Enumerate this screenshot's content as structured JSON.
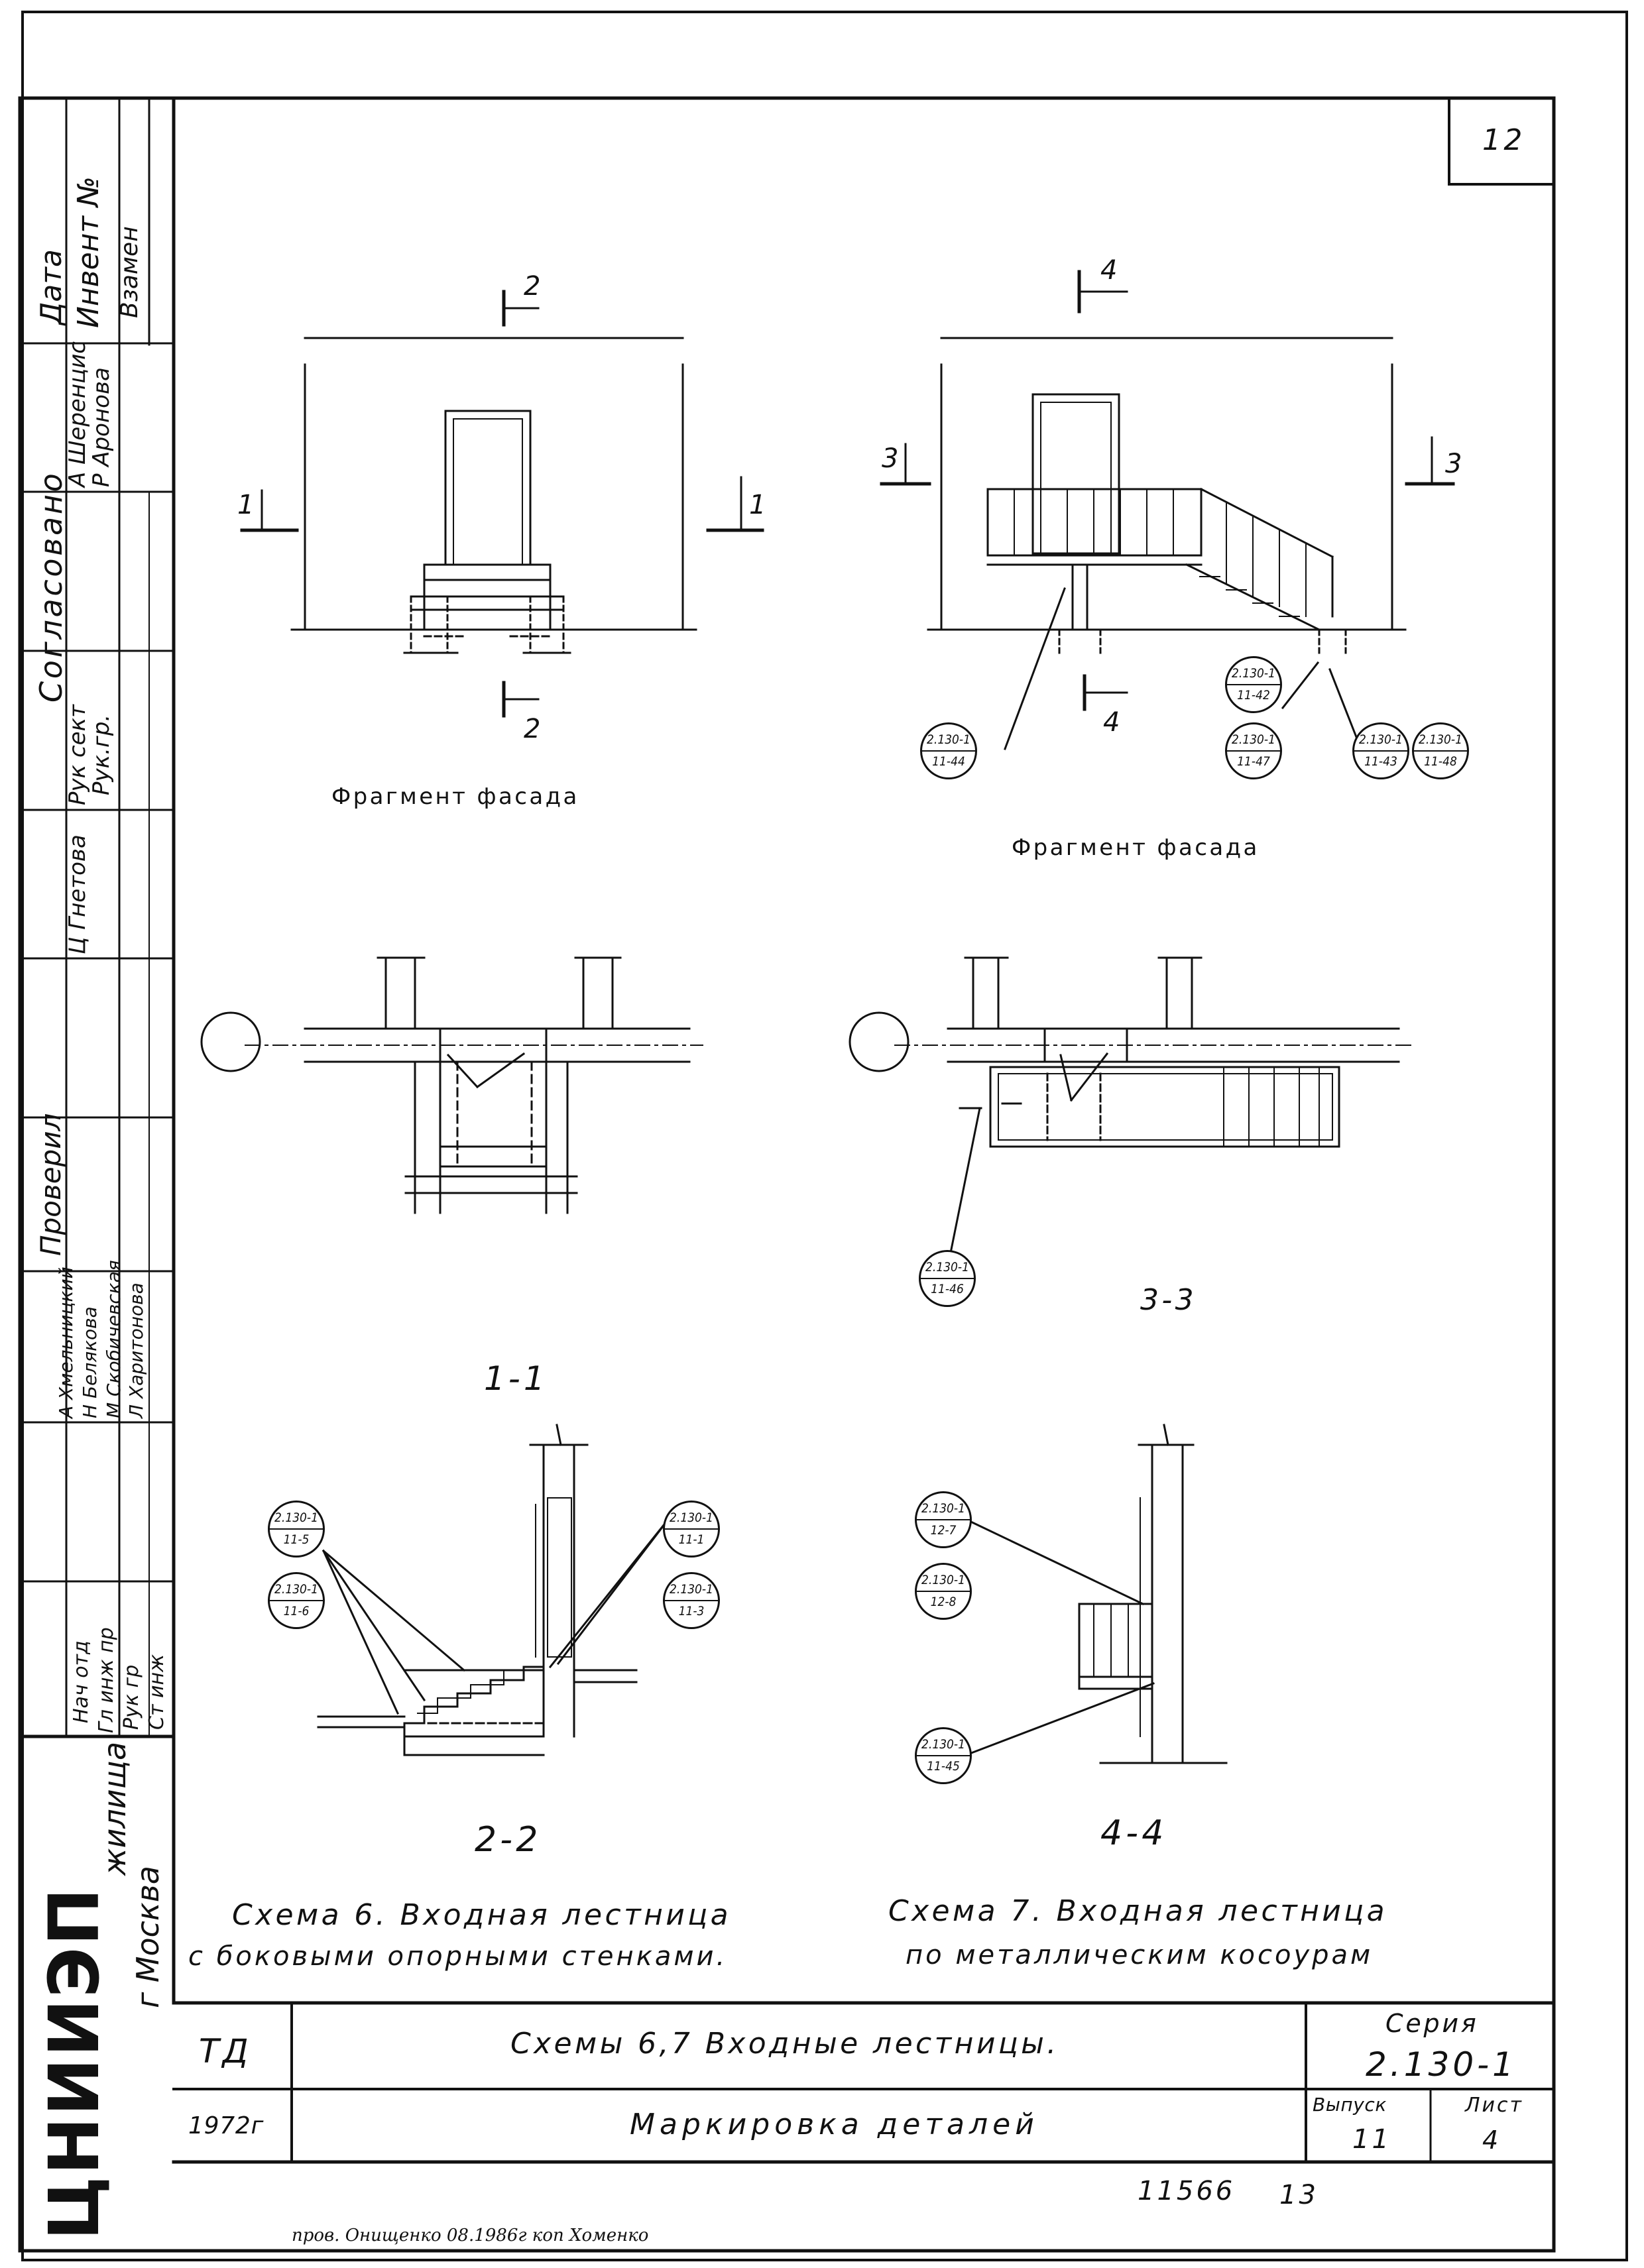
{
  "sheet_number": "12",
  "left_strip": {
    "col1": [
      "Дата",
      "Согласовано",
      "Проверил"
    ],
    "col2": [
      "Инвент №",
      "А Шеренцис",
      "Рук сект",
      "Ц Гнетова",
      "А Хмельницкий",
      "Нач отд",
      "Гл инж пр",
      "Рук гр",
      "Ст инж"
    ],
    "col3": [
      "Взамен",
      "Р Аронова",
      "Рук.гр.",
      "Н Белякова",
      "М Скобичевская",
      "Л Харитонова"
    ],
    "org_name": "ЦНИИЭП",
    "org_sub": "жилища",
    "org_city": "г Москва"
  },
  "views": {
    "facade_left_caption": "Фрагмент фасада",
    "facade_right_caption": "Фрагмент фасада",
    "section_1": "1-1",
    "section_2": "2-2",
    "section_3": "3-3",
    "section_4": "4-4",
    "cut_marks": [
      "1",
      "1",
      "2",
      "2",
      "3",
      "3",
      "4",
      "4"
    ]
  },
  "bubbles": [
    {
      "top": "2.130-1",
      "bottom": "11-44"
    },
    {
      "top": "2.130-1",
      "bottom": "11-42"
    },
    {
      "top": "2.130-1",
      "bottom": "11-47"
    },
    {
      "top": "2.130-1",
      "bottom": "11-43"
    },
    {
      "top": "2.130-1",
      "bottom": "11-48"
    },
    {
      "top": "2.130-1",
      "bottom": "11-46"
    },
    {
      "top": "2.130-1",
      "bottom": "11-5"
    },
    {
      "top": "2.130-1",
      "bottom": "11-6"
    },
    {
      "top": "2.130-1",
      "bottom": "11-1"
    },
    {
      "top": "2.130-1",
      "bottom": "11-3"
    },
    {
      "top": "2.130-1",
      "bottom": "12-7"
    },
    {
      "top": "2.130-1",
      "bottom": "12-8"
    },
    {
      "top": "2.130-1",
      "bottom": "11-45"
    }
  ],
  "captions": {
    "scheme6_line1": "Схема 6.  Входная лестница",
    "scheme6_line2": "с боковыми опорными стенками.",
    "scheme7_line1": "Схема 7.  Входная лестница",
    "scheme7_line2": "по металлическим косоурам"
  },
  "title_block": {
    "code": "ТД",
    "year": "1972г",
    "title_line1": "Схемы 6,7  Входные лестницы.",
    "title_line2": "Маркировка деталей",
    "series_label": "Серия",
    "series_value": "2.130-1",
    "issue_label": "Выпуск",
    "issue_value": "11",
    "sheet_label": "Лист",
    "sheet_value": "4"
  },
  "footer": {
    "number1": "11566",
    "number2": "13",
    "handwritten": "пров. Онищенко 08.1986г    коп  Хоменко"
  }
}
